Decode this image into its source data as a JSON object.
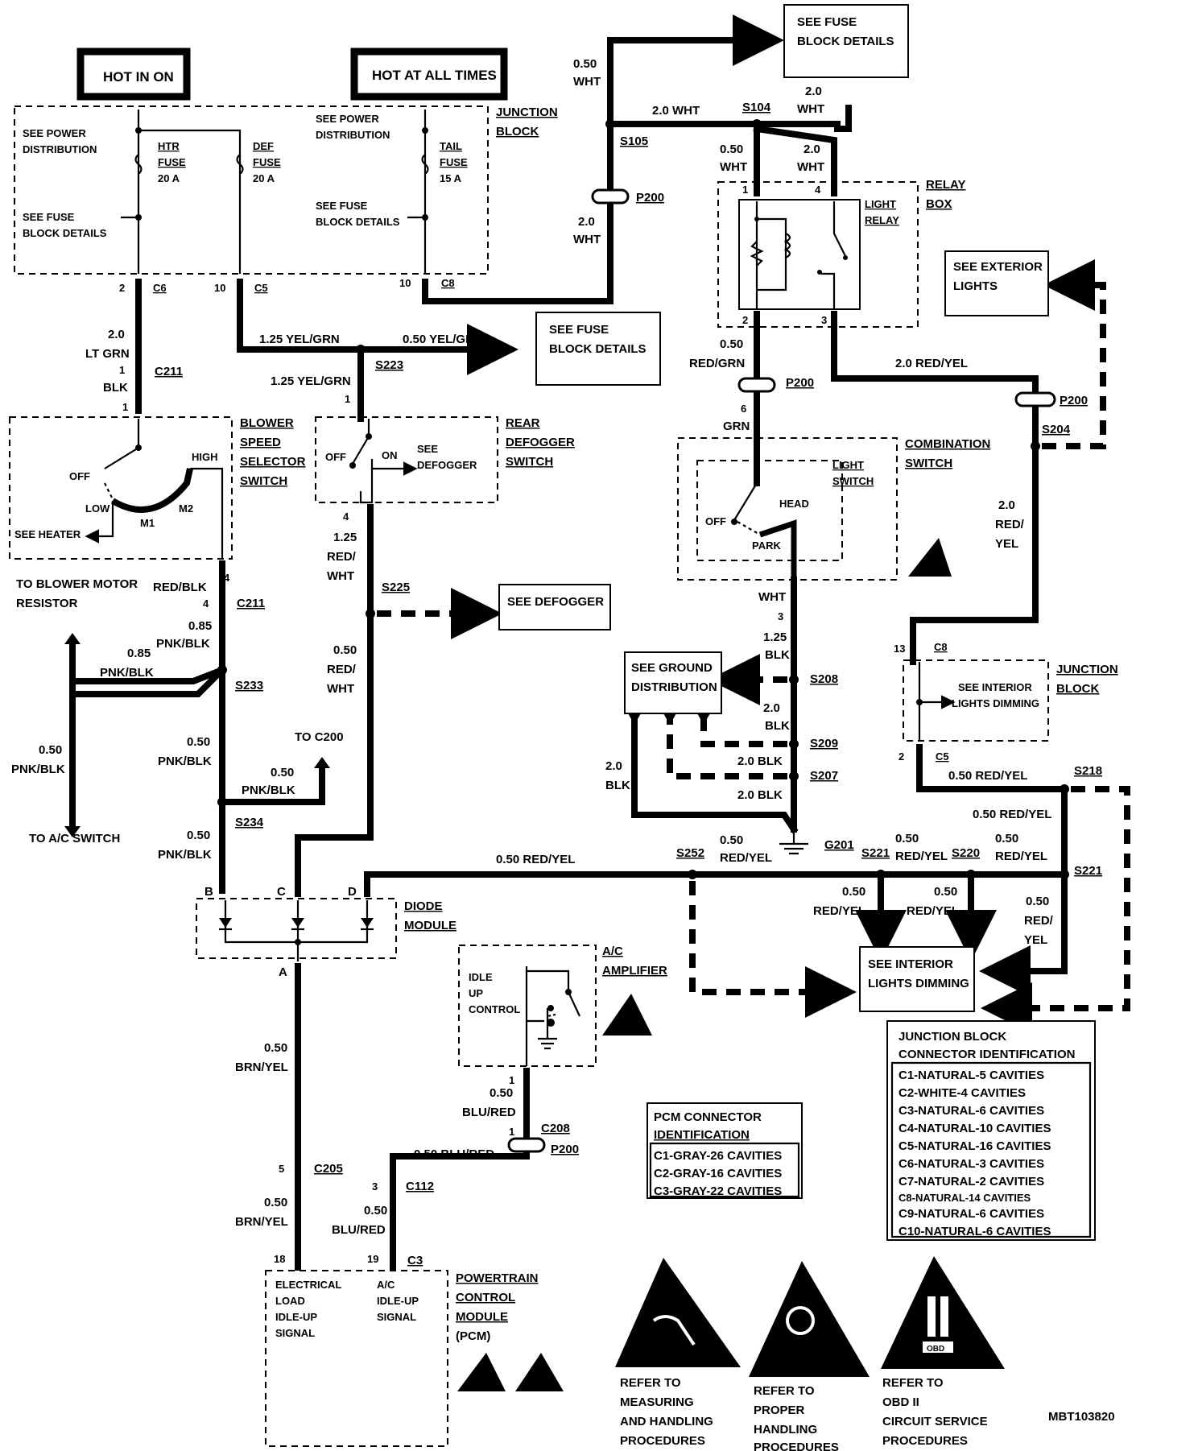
{
  "header": {
    "hot_in_on": "HOT IN ON",
    "hot_at_all_times": "HOT AT ALL TIMES",
    "see_fuse_block_details_top": [
      "SEE FUSE",
      "BLOCK DETAILS"
    ]
  },
  "junction_block_top": {
    "title": [
      "JUNCTION",
      "BLOCK"
    ],
    "see_power_distribution": [
      "SEE POWER",
      "DISTRIBUTION"
    ],
    "see_fuse_block_details_left": [
      "SEE FUSE",
      "BLOCK DETAILS"
    ],
    "see_power_distribution_right": [
      "SEE POWER",
      "DISTRIBUTION"
    ],
    "see_fuse_block_details_right": [
      "SEE FUSE",
      "BLOCK DETAILS"
    ],
    "htr_fuse": [
      "HTR",
      "FUSE",
      "20 A"
    ],
    "def_fuse": [
      "DEF",
      "FUSE",
      "20 A"
    ],
    "tail_fuse": [
      "TAIL",
      "FUSE",
      "15 A"
    ],
    "pins": [
      "2",
      "10",
      "10"
    ],
    "connectors": [
      "C6",
      "C5",
      "C8"
    ]
  },
  "wires": {
    "w_050_wht": [
      "0.50",
      "WHT"
    ],
    "w_20_wht_h": "2.0 WHT",
    "s104": "S104",
    "s105": "S105",
    "w_20_wht_top": [
      "2.0",
      "WHT"
    ],
    "w_050_wht_relay": [
      "0.50",
      "WHT"
    ],
    "w_20_wht_relay": [
      "2.0",
      "WHT"
    ],
    "p200_top": "P200",
    "w_20_wht_vert": [
      "2.0",
      "WHT"
    ],
    "see_fuse_block_mid": [
      "SEE FUSE",
      "BLOCK DETAILS"
    ],
    "w_125_yelgrn": "1.25 YEL/GRN",
    "w_050_yelgrn": "0.50 YEL/GRN",
    "s223": "S223",
    "w_125_yelgrn_2": "1.25 YEL/GRN",
    "w_20_ltgrn": [
      "2.0",
      "LT GRN"
    ],
    "c211_top": "C211",
    "pin_1_blk": [
      "1",
      "BLK"
    ],
    "pin1": "1"
  },
  "relay_box": {
    "title": [
      "RELAY",
      "BOX"
    ],
    "relay_label": [
      "LIGHT",
      "RELAY"
    ],
    "pins": [
      "1",
      "4",
      "2",
      "3"
    ],
    "w_050_redgrn": [
      "0.50",
      "RED/GRN"
    ],
    "p200": "P200",
    "pin6_grn": [
      "6",
      "GRN"
    ],
    "w_20_redyel": "2.0 RED/YEL",
    "p200_right": "P200",
    "s204": "S204"
  },
  "exterior": [
    "SEE EXTERIOR",
    "LIGHTS"
  ],
  "blower": {
    "title": [
      "BLOWER",
      "SPEED",
      "SELECTOR",
      "SWITCH"
    ],
    "off": "OFF",
    "low": "LOW",
    "high": "HIGH",
    "m1": "M1",
    "m2": "M2",
    "see_heater": "SEE HEATER",
    "pin4": "4",
    "to_blower": [
      "TO BLOWER MOTOR",
      "RESISTOR"
    ],
    "red_blk": "RED/BLK",
    "pin4b": "4",
    "c211": "C211",
    "w_085_pnkblk": [
      "0.85",
      "PNK/BLK"
    ],
    "w_085_pnkblk_2": [
      "0.85",
      "PNK/BLK"
    ],
    "s233": "S233",
    "w_050_pnkblk_left": [
      "0.50",
      "PNK/BLK"
    ],
    "to_ac_switch": "TO A/C SWITCH",
    "w_050_pnkblk_mid": [
      "0.50",
      "PNK/BLK"
    ],
    "to_c200": "TO C200",
    "w_050_pnkblk_r": [
      "0.50",
      "PNK/BLK"
    ],
    "s234": "S234",
    "w_050_pnkblk_low": [
      "0.50",
      "PNK/BLK"
    ]
  },
  "rear_defogger": {
    "title": [
      "REAR",
      "DEFOGGER",
      "SWITCH"
    ],
    "off": "OFF",
    "on": "ON",
    "see_defogger_inner": [
      "SEE",
      "DEFOGGER"
    ],
    "pin4": "4",
    "w_125_redwht": [
      "1.25",
      "RED/",
      "WHT"
    ],
    "s225": "S225",
    "see_defogger": "SEE DEFOGGER",
    "w_050_redwht": [
      "0.50",
      "RED/",
      "WHT"
    ]
  },
  "combination": {
    "title": [
      "COMBINATION",
      "SWITCH"
    ],
    "light_switch": [
      "LIGHT",
      "SWITCH"
    ],
    "off": "OFF",
    "head": "HEAD",
    "park": "PARK",
    "wht": "WHT",
    "pin3": "3",
    "w_125_blk": [
      "1.25",
      "BLK"
    ],
    "s208": "S208",
    "see_ground": [
      "SEE GROUND",
      "DISTRIBUTION"
    ],
    "w_20_blk": [
      "2.0",
      "BLK"
    ],
    "s209": "S209",
    "w_20_blk_l": [
      "2.0",
      "BLK"
    ],
    "w_20_blk_h1": "2.0 BLK",
    "s207": "S207",
    "w_20_blk_h2": "2.0 BLK",
    "w_20_redyel_v": [
      "2.0",
      "RED/",
      "YEL"
    ]
  },
  "junction_block_right": {
    "title": [
      "JUNCTION",
      "BLOCK"
    ],
    "pin13": "13",
    "c8": "C8",
    "see_interior": [
      "SEE INTERIOR",
      "LIGHTS DIMMING"
    ],
    "pin2": "2",
    "c5": "C5",
    "w_050_redyel": "0.50 RED/YEL",
    "s218": "S218",
    "w_050_redyel_2": "0.50 RED/YEL"
  },
  "bus": {
    "w_050_redyel": "0.50 RED/YEL",
    "s252": "S252",
    "w_050_redyel_g": [
      "0.50",
      "RED/YEL"
    ],
    "g201": "G201",
    "s221a": "S221",
    "w_050_redyel_s": [
      "0.50",
      "RED/YEL"
    ],
    "s220": "S220",
    "w_050_redyel_s2": [
      "0.50",
      "RED/YEL"
    ],
    "s221b": "S221",
    "drop1": [
      "0.50",
      "RED/YEL"
    ],
    "drop2": [
      "0.50",
      "RED/YEL"
    ],
    "drop3": [
      "0.50",
      "RED/",
      "YEL"
    ],
    "see_interior_dimming": [
      "SEE INTERIOR",
      "LIGHTS DIMMING"
    ]
  },
  "diode": {
    "title": [
      "DIODE",
      "MODULE"
    ],
    "pins": [
      "B",
      "C",
      "D",
      "A"
    ]
  },
  "ac_amp": {
    "title": [
      "A/C",
      "AMPLIFIER"
    ],
    "idle": [
      "IDLE",
      "UP",
      "CONTROL"
    ],
    "pin1": "1",
    "w_050_blured": [
      "0.50",
      "BLU/RED"
    ],
    "pin1b": "1",
    "c208": "C208",
    "p200": "P200",
    "w_050_blured_h": "0.50 BLU/RED",
    "pin3": "3",
    "c112": "C112",
    "w_050_blured_v": [
      "0.50",
      "BLU/RED"
    ]
  },
  "pcm_path": {
    "w_050_brnyel": [
      "0.50",
      "BRN/YEL"
    ],
    "pin5": "5",
    "c205": "C205",
    "w_050_brnyel_2": [
      "0.50",
      "BRN/YEL"
    ],
    "pin18": "18",
    "pin19": "19",
    "c3": "C3",
    "pcm_title": [
      "POWERTRAIN",
      "CONTROL",
      "MODULE",
      "(PCM)"
    ],
    "elec_load": [
      "ELECTRICAL",
      "LOAD",
      "IDLE-UP",
      "SIGNAL"
    ],
    "ac_idle": [
      "A/C",
      "IDLE-UP",
      "SIGNAL"
    ]
  },
  "pcm_connector": {
    "title": [
      "PCM CONNECTOR",
      "IDENTIFICATION"
    ],
    "rows": [
      "C1-GRAY-26 CAVITIES",
      "C2-GRAY-16 CAVITIES",
      "C3-GRAY-22 CAVITIES"
    ]
  },
  "jb_connector": {
    "title": [
      "JUNCTION BLOCK",
      "CONNECTOR IDENTIFICATION"
    ],
    "rows": [
      "C1-NATURAL-5 CAVITIES",
      "C2-WHITE-4 CAVITIES",
      "C3-NATURAL-6 CAVITIES",
      "C4-NATURAL-10 CAVITIES",
      "C5-NATURAL-16 CAVITIES",
      "C6-NATURAL-3 CAVITIES",
      "C7-NATURAL-2 CAVITIES",
      "C8-NATURAL-14 CAVITIES",
      "C9-NATURAL-6 CAVITIES",
      "C10-NATURAL-6 CAVITIES"
    ]
  },
  "legend": {
    "measuring": [
      "REFER TO",
      "MEASURING",
      "AND HANDLING",
      "PROCEDURES"
    ],
    "proper": [
      "REFER TO",
      "PROPER",
      "HANDLING",
      "PROCEDURES"
    ],
    "obd": [
      "REFER TO",
      "OBD II",
      "CIRCUIT SERVICE",
      "PROCEDURES"
    ],
    "obd_tag": "OBD"
  },
  "figure_id": "MBT103820"
}
